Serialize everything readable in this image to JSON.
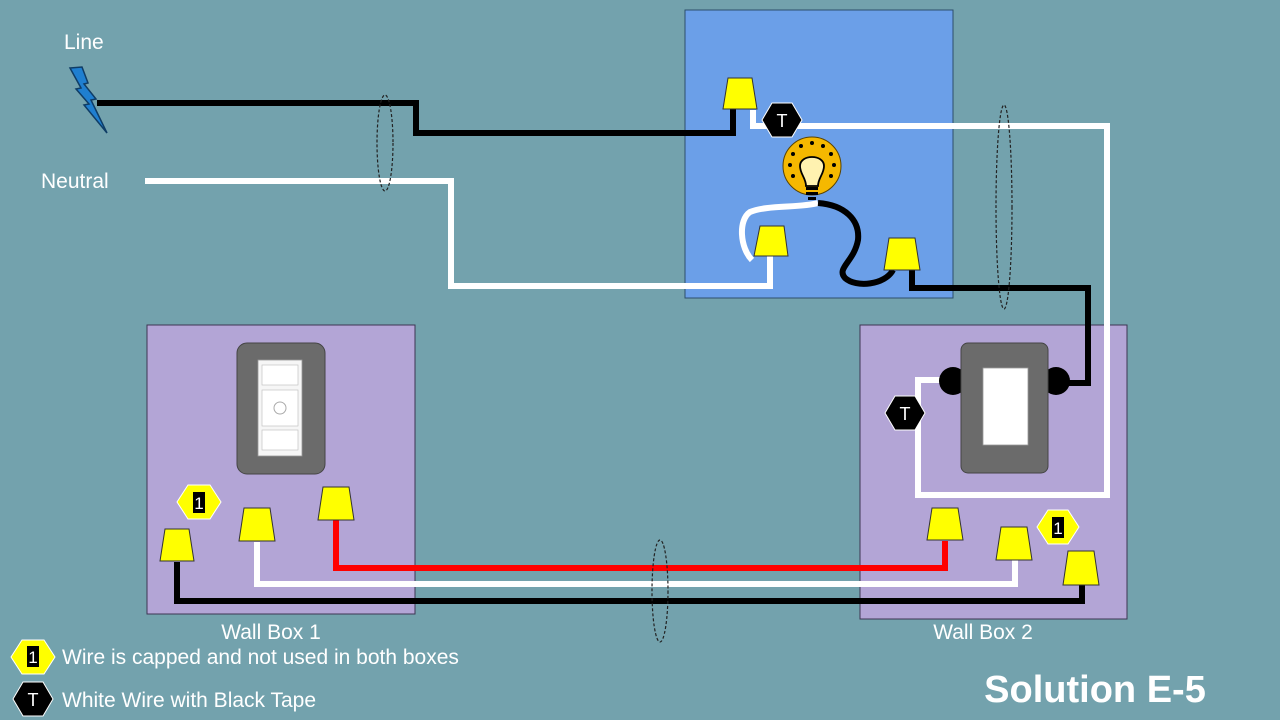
{
  "labels": {
    "line": "Line",
    "neutral": "Neutral",
    "wall_box_1": "Wall Box 1",
    "wall_box_2": "Wall Box 2",
    "solution": "Solution E-5"
  },
  "legend": {
    "capped_marker": "1",
    "capped_text": "Wire is capped and not used in both boxes",
    "tape_marker": "T",
    "tape_text": "White Wire with Black Tape"
  },
  "markers": {
    "tape": "T",
    "capped": "1"
  },
  "icons": {
    "line_source": "lightning-bolt-icon",
    "fixture": "light-bulb-icon"
  },
  "colors": {
    "background": "#73a2ad",
    "ceiling_box": "#6b9fe8",
    "wall_box": "#b3a5d6",
    "hot_wire": "#000000",
    "neutral_wire": "#ffffff",
    "traveler_wire": "#ff0000",
    "wire_nut": "#ffff00",
    "bolt": "#1f7fd0"
  }
}
